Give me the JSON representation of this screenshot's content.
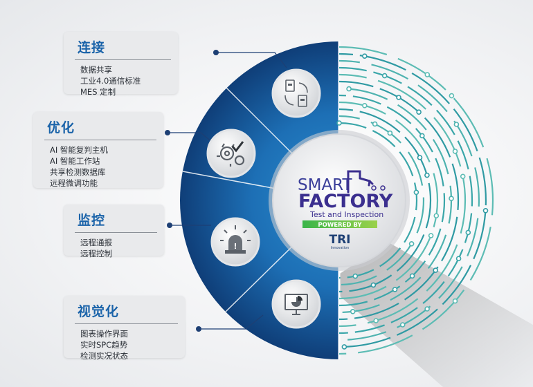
{
  "categories": [
    {
      "title": "连接",
      "items": [
        "数据共享",
        "工业4.0通信标准",
        "MES 定制"
      ]
    },
    {
      "title": "优化",
      "items": [
        "AI 智能复判主机",
        "AI 智能工作站",
        "共享检测数据库",
        "远程微调功能"
      ]
    },
    {
      "title": "监控",
      "items": [
        "远程通报",
        "远程控制"
      ]
    },
    {
      "title": "视觉化",
      "items": [
        "图表操作界面",
        "实时SPC趋势",
        "检测实况状态"
      ]
    }
  ],
  "center": {
    "line1": "SMART",
    "line2": "FACTORY",
    "subtitle": "Test and Inspection",
    "powered_by": "POWERED BY",
    "brand": "TRI",
    "brand_sub": "Innovation"
  },
  "icons": [
    "devices-sync-icon",
    "gear-check-icon",
    "alarm-beacon-icon",
    "monitor-chart-icon"
  ],
  "colors": {
    "accent_blue": "#1a63a9",
    "dark_blue": "#123a6b",
    "teal": "#3aa6a9",
    "factory_purple": "#3b2f8f",
    "green_bar": "#6cc04a"
  }
}
